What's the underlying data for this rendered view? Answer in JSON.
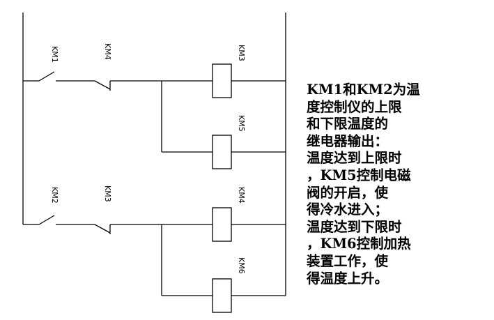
{
  "diagram": {
    "rung1": {
      "contact_a": "KM1",
      "contact_b": "KM4",
      "coil_top": "KM3",
      "coil_bottom": "KM5"
    },
    "rung2": {
      "contact_a": "KM2",
      "contact_b": "KM3",
      "coil_top": "KM4",
      "coil_bottom": "KM6"
    }
  },
  "description": {
    "lines": [
      "KM1和KM2为温",
      "度控制仪的上限",
      "和下限温度的",
      "继电器输出：",
      "温度达到上限时",
      "，KM5控制电磁",
      "阀的开启，使",
      "得冷水进入；",
      "温度达到下限时",
      "，KM6控制加热",
      "装置工作，使",
      "得温度上升。"
    ]
  }
}
